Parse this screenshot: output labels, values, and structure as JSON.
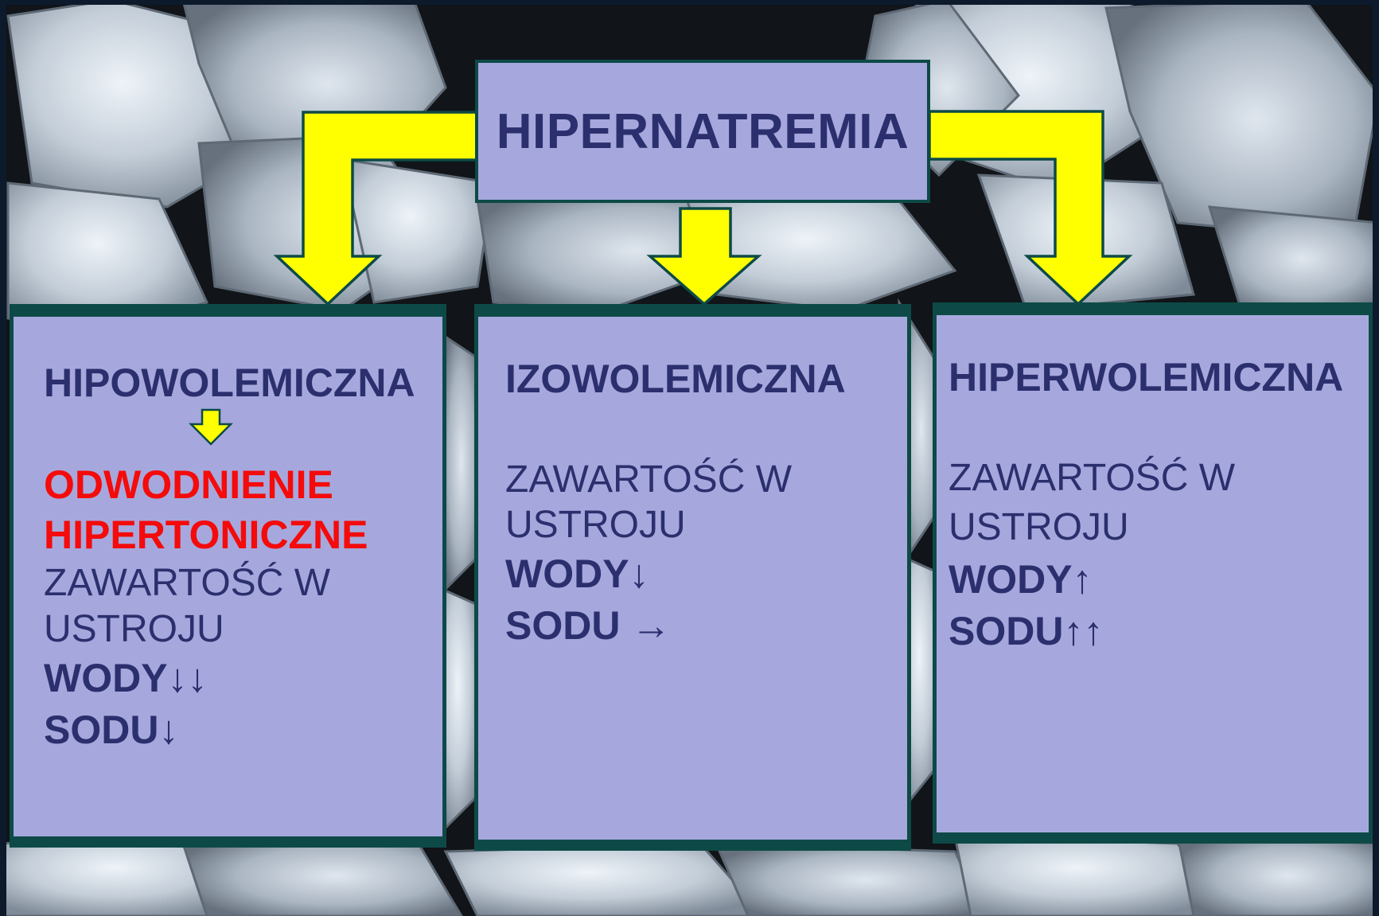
{
  "title": "HIPERNATREMIA",
  "colors": {
    "box_fill": "#a6a8dd",
    "box_border": "#0d4a47",
    "text": "#2b2f6d",
    "highlight": "#f40b0b",
    "arrow": "#ffff00"
  },
  "boxes": [
    {
      "heading": "HIPOWOLEMICZNA",
      "highlight_line1": "ODWODNIENIE",
      "highlight_line2": "HIPERTONICZNE",
      "content_line1": "ZAWARTOŚĆ W",
      "content_line2": "USTROJU",
      "water": "WODY↓↓",
      "sodium": "SODU↓"
    },
    {
      "heading": "IZOWOLEMICZNA",
      "content_line1": "ZAWARTOŚĆ W",
      "content_line2": "USTROJU",
      "water": "WODY↓",
      "sodium": "SODU →"
    },
    {
      "heading": "HIPERWOLEMICZNA",
      "content_line1": "ZAWARTOŚĆ W",
      "content_line2": "USTROJU",
      "water": "WODY↑",
      "sodium": "SODU↑↑"
    }
  ]
}
